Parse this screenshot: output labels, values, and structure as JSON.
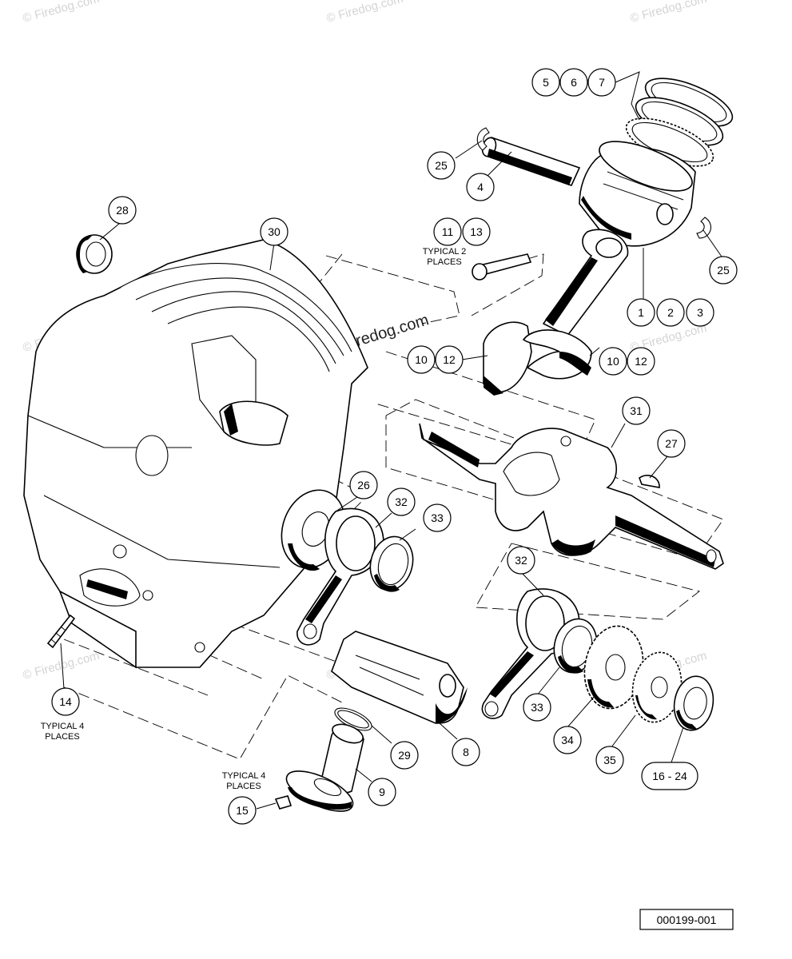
{
  "watermark": {
    "text": "© Firedog.com"
  },
  "callouts": [
    {
      "label": "5"
    },
    {
      "label": "6"
    },
    {
      "label": "7"
    },
    {
      "label": "25"
    },
    {
      "label": "4"
    },
    {
      "label": "28"
    },
    {
      "label": "30"
    },
    {
      "label": "11"
    },
    {
      "label": "13"
    },
    {
      "label": "25"
    },
    {
      "label": "1"
    },
    {
      "label": "2"
    },
    {
      "label": "3"
    },
    {
      "label": "10"
    },
    {
      "label": "12"
    },
    {
      "label": "10"
    },
    {
      "label": "12"
    },
    {
      "label": "31"
    },
    {
      "label": "27"
    },
    {
      "label": "26"
    },
    {
      "label": "32"
    },
    {
      "label": "33"
    },
    {
      "label": "32"
    },
    {
      "label": "14"
    },
    {
      "label": "8"
    },
    {
      "label": "33"
    },
    {
      "label": "34"
    },
    {
      "label": "35"
    },
    {
      "label": "16 - 24"
    },
    {
      "label": "29"
    },
    {
      "label": "9"
    },
    {
      "label": "15"
    }
  ],
  "notes": {
    "typical_2_places": [
      "TYPICAL 2",
      "PLACES"
    ],
    "typical_4_places_left": [
      "TYPICAL 4",
      "PLACES"
    ],
    "typical_4_places_bottom": [
      "TYPICAL 4",
      "PLACES"
    ]
  },
  "figure_id": "000199-001"
}
